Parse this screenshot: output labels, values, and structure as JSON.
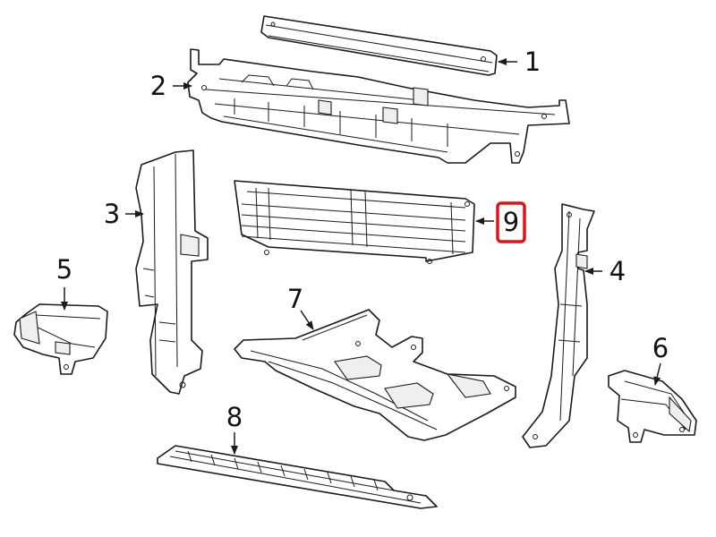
{
  "callouts": [
    {
      "id": "1",
      "label": "1"
    },
    {
      "id": "2",
      "label": "2"
    },
    {
      "id": "3",
      "label": "3"
    },
    {
      "id": "4",
      "label": "4"
    },
    {
      "id": "5",
      "label": "5"
    },
    {
      "id": "6",
      "label": "6"
    },
    {
      "id": "7",
      "label": "7"
    },
    {
      "id": "8",
      "label": "8"
    },
    {
      "id": "9",
      "label": "9"
    }
  ],
  "highlighted_callout": "9",
  "highlight_color": "#e0121b",
  "line_color": "#1a1a1a"
}
